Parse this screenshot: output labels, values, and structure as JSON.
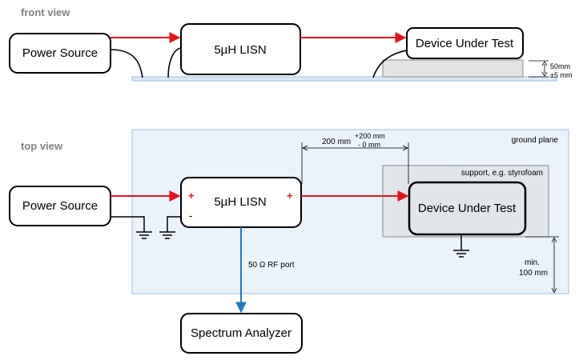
{
  "front_view": {
    "title": "front view",
    "power_source": "Power Source",
    "lisn": "5µH LISN",
    "dut": "Device Under Test",
    "height_label_1": "50mm",
    "height_label_2": "±5 mm"
  },
  "top_view": {
    "title": "top view",
    "ground_plane": "ground plane",
    "support": "support, e.g. styrofoam",
    "power_source": "Power Source",
    "lisn": "5µH LISN",
    "dut": "Device Under Test",
    "analyzer": "Spectrum Analyzer",
    "rf_port": "50 Ω RF port",
    "dist_200": "200 mm",
    "tol_plus": "+200 mm",
    "tol_minus": "- 0 mm",
    "min_label_1": "min.",
    "min_label_2": "100 mm",
    "plus_in": "+",
    "plus_out": "+",
    "minus_in": "-"
  },
  "colors": {
    "power_arrow": "#e8141b",
    "rf_arrow": "#1f7bc6",
    "ground_plane_fill": "#eaf2fa",
    "ground_plane_stroke": "#9cbfe0",
    "support_fill": "#e2e6ea",
    "box_stroke": "#000000"
  }
}
